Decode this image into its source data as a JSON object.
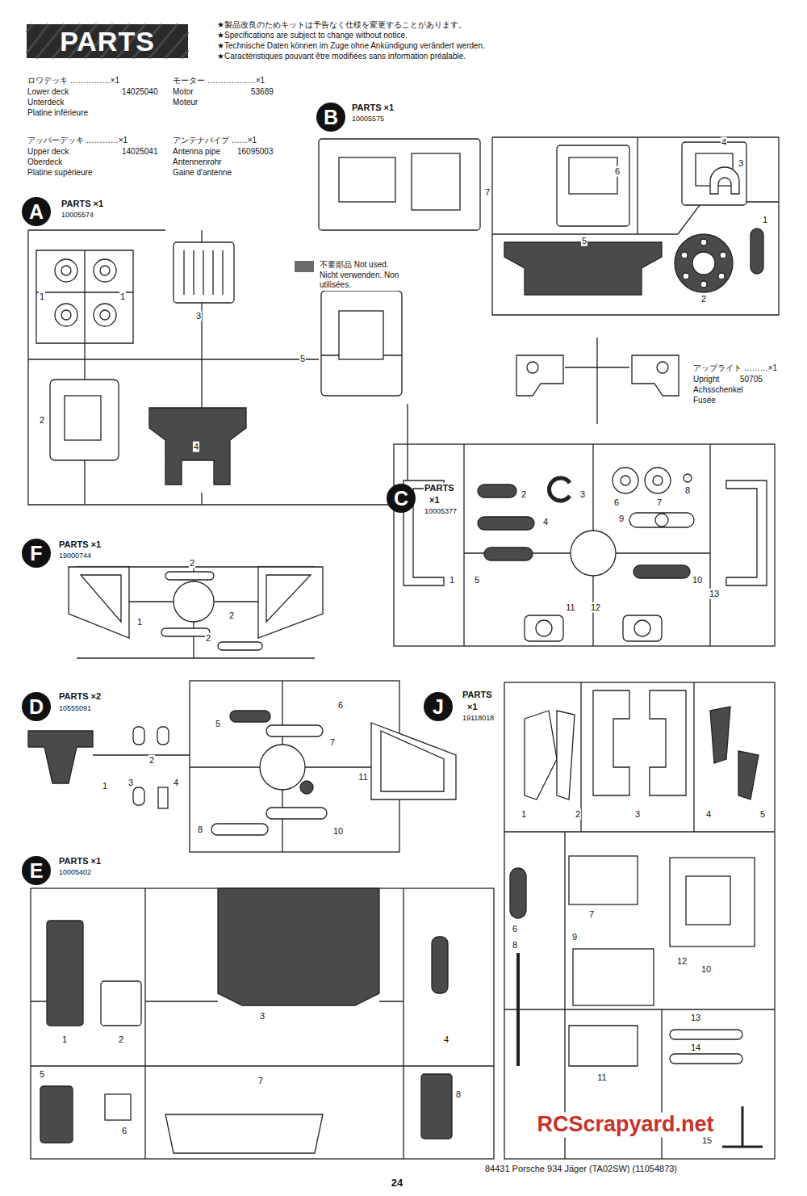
{
  "diagram": {
    "title": "PARTS",
    "nodes": [
      {
        "text": [
          "B"
        ]
      },
      {
        "text": [
          "A"
        ]
      },
      {
        "text": [
          "C"
        ]
      },
      {
        "text": [
          "F"
        ]
      },
      {
        "text": [
          "D"
        ]
      },
      {
        "text": [
          "J"
        ]
      },
      {
        "text": [
          "E"
        ]
      }
    ],
    "labels": [
      "★製品改良のためキットは予告なく仕様を変更することがあります。",
      "★Specifications are subject to change without notice.",
      "★Technische Daten können im Zuge ohne Ankündigung verändert werden.",
      "★Caractéristiques pouvant être modifiées sans information préalable.",
      "ロワデッキ ……………×1",
      "Lower deck",
      "14025040",
      "Unterdeck",
      "Platine inférieure",
      "アッパーデッキ …………×1",
      "Upper deck",
      "14025041",
      "Oberdeck",
      "Platine supérieure",
      "モーター ………………×1",
      "Motor",
      "53689",
      "Moteur",
      "アンテナパイプ ……×1",
      "Antenna pipe",
      "16095003",
      "Antennenrohr",
      "Gaine d'antenne",
      "PARTS ×1",
      "10005575",
      "7",
      "6",
      "4",
      "3",
      "5",
      "1",
      "2",
      "アップライト ………×1",
      "Upright",
      "50705",
      "Achsschenkel",
      "Fusée",
      "PARTS ×1",
      "10005574",
      "1",
      "1",
      "3",
      "5",
      "2",
      "4",
      "PARTS",
      "×1",
      "10005377",
      "2",
      "3",
      "6",
      "7",
      "8",
      "4",
      "9",
      "1",
      "5",
      "10",
      "13",
      "11",
      "12",
      "PARTS ×1",
      "19000744",
      "2",
      "1",
      "2",
      "2",
      "PARTS ×2",
      "10555091",
      "6",
      "5",
      "7",
      "2",
      "1",
      "3",
      "4",
      "11",
      "8",
      "10",
      "PARTS",
      "×1",
      "19118018",
      "1",
      "2",
      "3",
      "4",
      "5",
      "6",
      "7",
      "12",
      "8",
      "9",
      "10",
      "13",
      "14",
      "11",
      "15",
      "PARTS ×1",
      "10005402",
      "1",
      "2",
      "3",
      "4",
      "5",
      "6",
      "7",
      "8",
      "24",
      "84431 Porsche 934 Jäger (TA02SW) (11054873)",
      "RCScrapyard.net"
    ],
    "legend": [
      {
        "text": "不要部品 Not used. Nicht verwenden. Non utilisées.",
        "color": "#6b6b6b"
      }
    ]
  }
}
